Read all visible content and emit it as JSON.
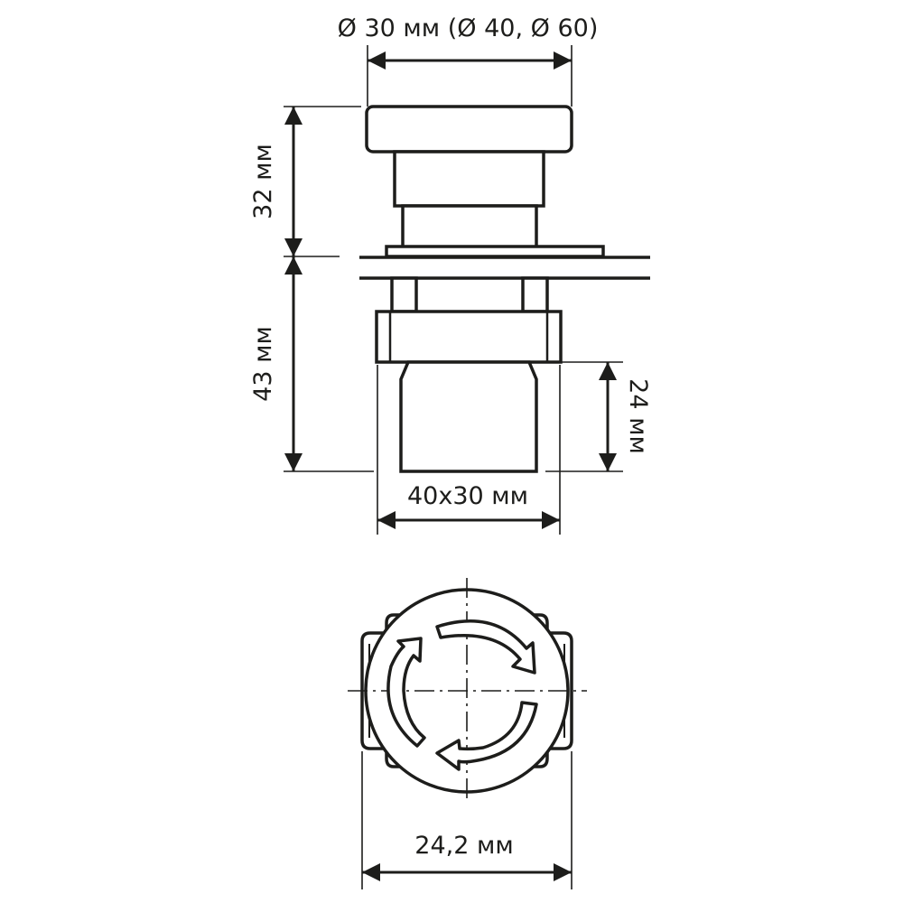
{
  "dimensions": {
    "diameter": "Ø 30 мм (Ø 40, Ø 60)",
    "top_height": "32 мм",
    "body_height": "43 мм",
    "base_height": "24 мм",
    "base_width": "40x30 мм",
    "bottom_width": "24,2 мм"
  }
}
